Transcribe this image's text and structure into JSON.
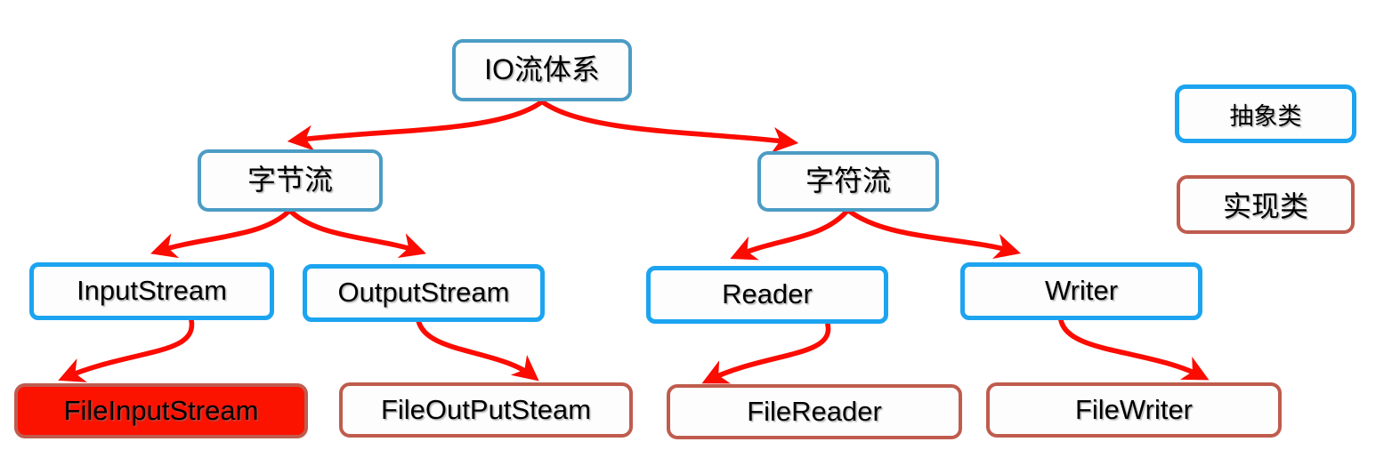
{
  "diagram": {
    "title_node": {
      "label": "IO流体系"
    },
    "nodes": [
      {
        "id": "root",
        "label": "IO流体系",
        "kind": "abstract",
        "level": 0
      },
      {
        "id": "byte-stream",
        "label": "字节流",
        "kind": "abstract",
        "level": 1
      },
      {
        "id": "char-stream",
        "label": "字符流",
        "kind": "abstract",
        "level": 1
      },
      {
        "id": "input-stream",
        "label": "InputStream",
        "kind": "abstract",
        "level": 2
      },
      {
        "id": "output-stream",
        "label": "OutputStream",
        "kind": "abstract",
        "level": 2
      },
      {
        "id": "reader",
        "label": "Reader",
        "kind": "abstract",
        "level": 2
      },
      {
        "id": "writer",
        "label": "Writer",
        "kind": "abstract",
        "level": 2
      },
      {
        "id": "file-input",
        "label": "FileInputStream",
        "kind": "impl-highlight",
        "level": 3
      },
      {
        "id": "file-output",
        "label": "FileOutPutSteam",
        "kind": "impl",
        "level": 3
      },
      {
        "id": "file-reader",
        "label": "FileReader",
        "kind": "impl",
        "level": 3
      },
      {
        "id": "file-writer",
        "label": "FileWriter",
        "kind": "impl",
        "level": 3
      }
    ],
    "edges": [
      {
        "from": "root",
        "to": "byte-stream"
      },
      {
        "from": "root",
        "to": "char-stream"
      },
      {
        "from": "byte-stream",
        "to": "input-stream"
      },
      {
        "from": "byte-stream",
        "to": "output-stream"
      },
      {
        "from": "char-stream",
        "to": "reader"
      },
      {
        "from": "char-stream",
        "to": "writer"
      },
      {
        "from": "input-stream",
        "to": "file-input"
      },
      {
        "from": "output-stream",
        "to": "file-output"
      },
      {
        "from": "reader",
        "to": "file-reader"
      },
      {
        "from": "writer",
        "to": "file-writer"
      }
    ]
  },
  "legend": {
    "items": [
      {
        "id": "legend-abstract",
        "label": "抽象类",
        "swatch": "#1ca4f0"
      },
      {
        "id": "legend-impl",
        "label": "实现类",
        "swatch": "#bf5c4e"
      }
    ]
  },
  "colors": {
    "arrow": "#fb0b00",
    "abstract_border_soft": "#4c9cc4",
    "abstract_border_bright": "#1ca4f0",
    "impl_border": "#bf5c4e",
    "highlight_fill": "#fb1300",
    "node_fill": "#fdfdfd",
    "background": "#ffffff",
    "text": "#000000"
  }
}
